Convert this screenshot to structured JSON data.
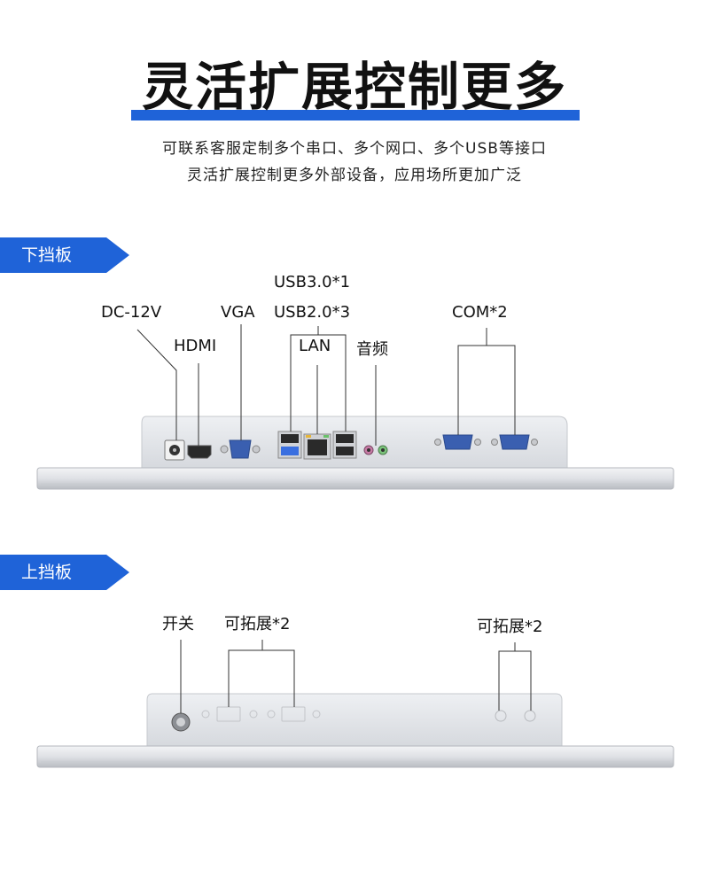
{
  "heading": {
    "title": "灵活扩展控制更多",
    "line1": "可联系客服定制多个串口、多个网口、多个USB等接口",
    "line2": "灵活扩展控制更多外部设备，应用场所更加广泛"
  },
  "colors": {
    "accent": "#1f63d8",
    "panel": "#e4e6ea",
    "port_blue": "#3a5fb0"
  },
  "bottom_panel": {
    "tag": "下挡板",
    "labels": {
      "dc": "DC-12V",
      "hdmi": "HDMI",
      "vga": "VGA",
      "usb3": "USB3.0*1",
      "usb2": "USB2.0*3",
      "lan": "LAN",
      "audio": "音频",
      "com": "COM*2"
    }
  },
  "top_panel": {
    "tag": "上挡板",
    "labels": {
      "switch": "开关",
      "expand_left": "可拓展*2",
      "expand_right": "可拓展*2"
    }
  }
}
